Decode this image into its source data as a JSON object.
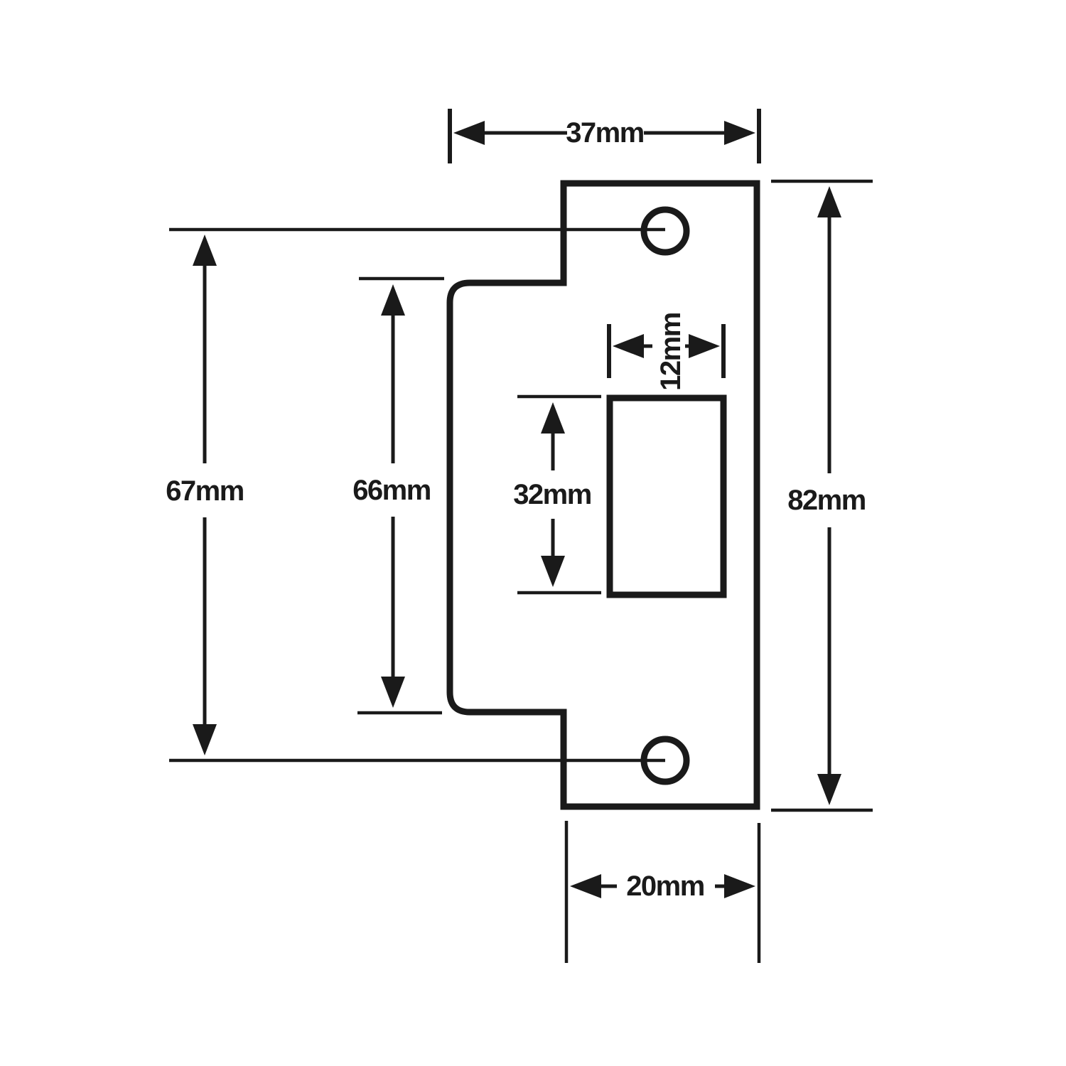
{
  "page": {
    "background": "#ffffff",
    "line_color": "#1a1a1a"
  },
  "diagram": {
    "dimensions": {
      "overall_width": "37mm",
      "hole_spacing": "67mm",
      "lip_cutout_height": "66mm",
      "latch_hole_width": "12mm",
      "latch_hole_height": "32mm",
      "overall_height": "82mm",
      "faceplate_width": "20mm"
    }
  }
}
